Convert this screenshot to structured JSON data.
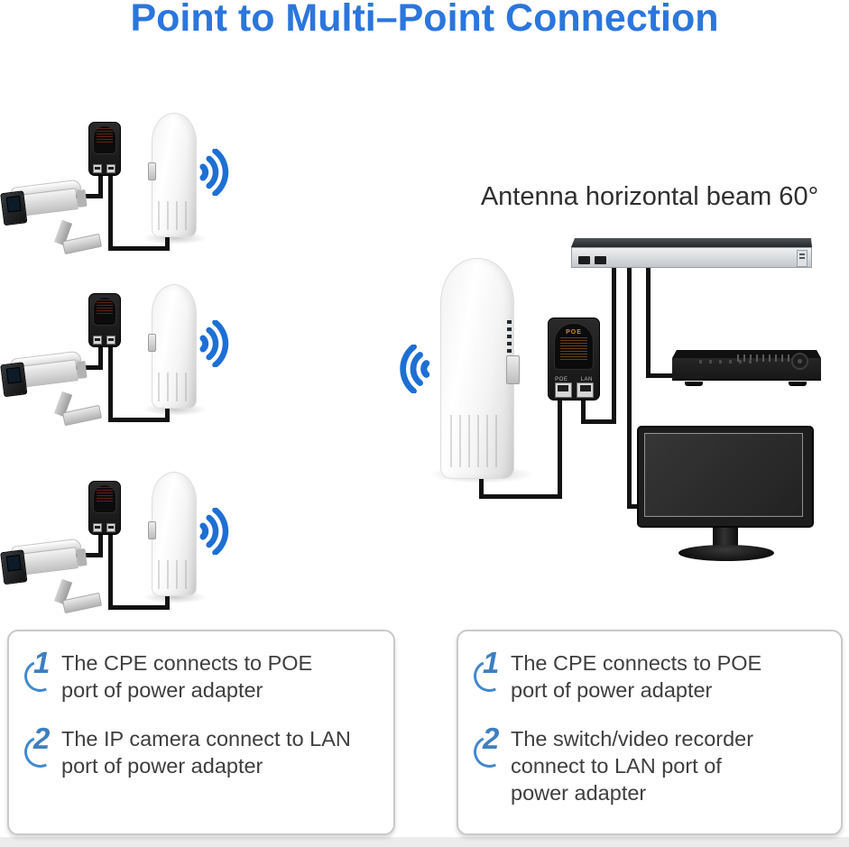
{
  "title": "Point to Multi–Point Connection",
  "annotation": "Antenna horizontal beam 60°",
  "colors": {
    "accent_blue": "#2b76dd",
    "wifi_blue": "#1e6fd4",
    "step_blue": "#4288cf",
    "text_dark": "#3e3e3e",
    "cable_black": "#121212",
    "box_border": "#c9c9c9",
    "bottom_strip": "#ececec"
  },
  "adapter": {
    "brand": "POE",
    "poe_label": "POE",
    "lan_label": "LAN"
  },
  "icons": {
    "wifi": "wifi-signal-icon",
    "camera": "ip-camera",
    "cpe": "cpe-device",
    "adapter": "poe-power-adapter",
    "switch": "network-switch",
    "dvr": "video-recorder",
    "monitor": "monitor"
  },
  "panels": {
    "left": {
      "steps": [
        {
          "num": "1",
          "text": "The CPE connects to POE\nport of power adapter"
        },
        {
          "num": "2",
          "text": "The IP camera connect to LAN\nport of power adapter"
        }
      ]
    },
    "right": {
      "steps": [
        {
          "num": "1",
          "text": "The CPE connects to POE\nport of power adapter"
        },
        {
          "num": "2",
          "text": "The switch/video recorder\nconnect to LAN port of\npower adapter"
        }
      ]
    }
  }
}
